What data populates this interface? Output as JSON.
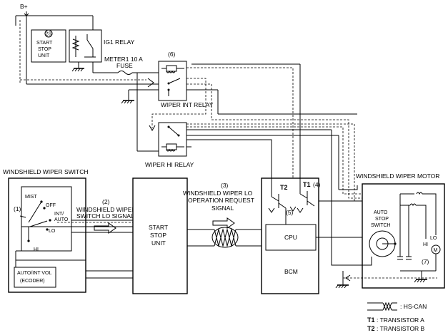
{
  "power": {
    "battery": "B+"
  },
  "components": {
    "start_stop_unit_top": {
      "line1": "START",
      "line2": "STOP",
      "line3": "UNIT",
      "badge": "2S"
    },
    "ig1_relay": "IG1 RELAY",
    "fuse": {
      "line1": "METER1 10 A",
      "line2": "FUSE"
    },
    "wiper_int_relay": {
      "label": "WIPER INT RELAY",
      "number": "(6)"
    },
    "wiper_hi_relay": "WIPER HI RELAY",
    "windshield_wiper_switch": {
      "title": "WINDSHIELD WIPER SWITCH",
      "number": "(1)",
      "positions": {
        "mist": "MIST",
        "off": "OFF",
        "int_auto_1": "INT/",
        "int_auto_2": "AUTO",
        "lo": "LO",
        "hi": "HI"
      },
      "encoder_line1": "AUTO/INT VOL",
      "encoder_line2": "(ECODER)"
    },
    "signal_2": {
      "number": "(2)",
      "line1": "WINDSHIELD WIPER",
      "line2": "SWITCH LO SIGNAL"
    },
    "start_stop_unit_main": {
      "line1": "START",
      "line2": "STOP",
      "line3": "UNIT"
    },
    "signal_3": {
      "number": "(3)",
      "line1": "WINDSHIELD WIPER LO",
      "line2": "OPERATION REQUEST",
      "line3": "SIGNAL"
    },
    "bcm": {
      "label": "BCM",
      "cpu": "CPU",
      "t2": "T2",
      "t1": "T1",
      "n4": "(4)",
      "n5": "(5)"
    },
    "windshield_wiper_motor": {
      "title": "WINDSHIELD WIPER MOTOR",
      "auto_stop_1": "AUTO",
      "auto_stop_2": "STOP",
      "auto_stop_3": "SWITCH",
      "lo": "LO",
      "hi": "HI",
      "motor": "M",
      "number": "(7)"
    }
  },
  "legend": {
    "hs_can": ": HS-CAN",
    "t1_key": "T1",
    "t1_desc": ": TRANSISTOR A",
    "t2_key": "T2",
    "t2_desc": ": TRANSISTOR B"
  }
}
